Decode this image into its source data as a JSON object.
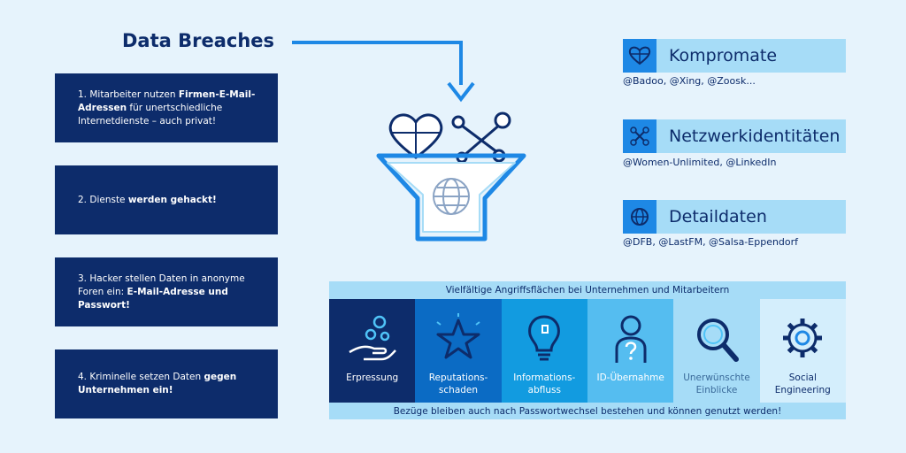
{
  "title": "Data Breaches",
  "steps": [
    {
      "pre": "1. Mitarbeiter nutzen ",
      "bold": "Firmen-E-Mail-Adressen",
      "post": " für unertschiedliche Internetdienste – auch privat!"
    },
    {
      "pre": "2. Dienste ",
      "bold": "werden gehackt!",
      "post": ""
    },
    {
      "pre": "3. Hacker stellen Daten in anonyme Foren ein: ",
      "bold": "E-Mail-Adresse und Passwort!",
      "post": ""
    },
    {
      "pre": "4. Kriminelle setzen Daten ",
      "bold": "gegen Unternehmen ein!",
      "post": ""
    }
  ],
  "categories": [
    {
      "label": "Kompromate",
      "sub": "@Badoo, @Xing, @Zoosk...",
      "icon": "heart-puzzle-icon"
    },
    {
      "label": "Netzwerkidentitäten",
      "sub": "@Women-Unlimited, @LinkedIn",
      "icon": "network-icon"
    },
    {
      "label": "Detaildaten",
      "sub": "@DFB, @LastFM, @Salsa-Eppendorf",
      "icon": "globe-icon"
    }
  ],
  "panel": {
    "top": "Vielfältige Angriffsflächen bei Unternehmen und Mitarbeitern",
    "bottom": "Bezüge bleiben auch nach Passwortwechsel bestehen und können genutzt werden!",
    "tiles": [
      {
        "l1": "Erpressung",
        "l2": "",
        "icon": "hand-coins-icon",
        "bg": "#0d2c6b",
        "fg": "#ffffff"
      },
      {
        "l1": "Reputations-",
        "l2": "schaden",
        "icon": "star-icon",
        "bg": "#0b6bc4",
        "fg": "#ffffff"
      },
      {
        "l1": "Informations-",
        "l2": "abfluss",
        "icon": "lightbulb-icon",
        "bg": "#129be0",
        "fg": "#ffffff"
      },
      {
        "l1": "ID-Übernahme",
        "l2": "",
        "icon": "person-question-icon",
        "bg": "#55bdf0",
        "fg": "#ffffff"
      },
      {
        "l1": "Unerwünschte",
        "l2": "Einblicke",
        "icon": "magnifier-icon",
        "bg": "#a6dcf7",
        "fg": "#3a6a9a"
      },
      {
        "l1": "Social",
        "l2": "Engineering",
        "icon": "gear-icon",
        "bg": "#d4eefc",
        "fg": "#0d2c6b"
      }
    ]
  },
  "colors": {
    "navy": "#0d2c6b",
    "blue": "#1e88e5",
    "light": "#a6dcf7",
    "bg": "#e6f3fc"
  }
}
